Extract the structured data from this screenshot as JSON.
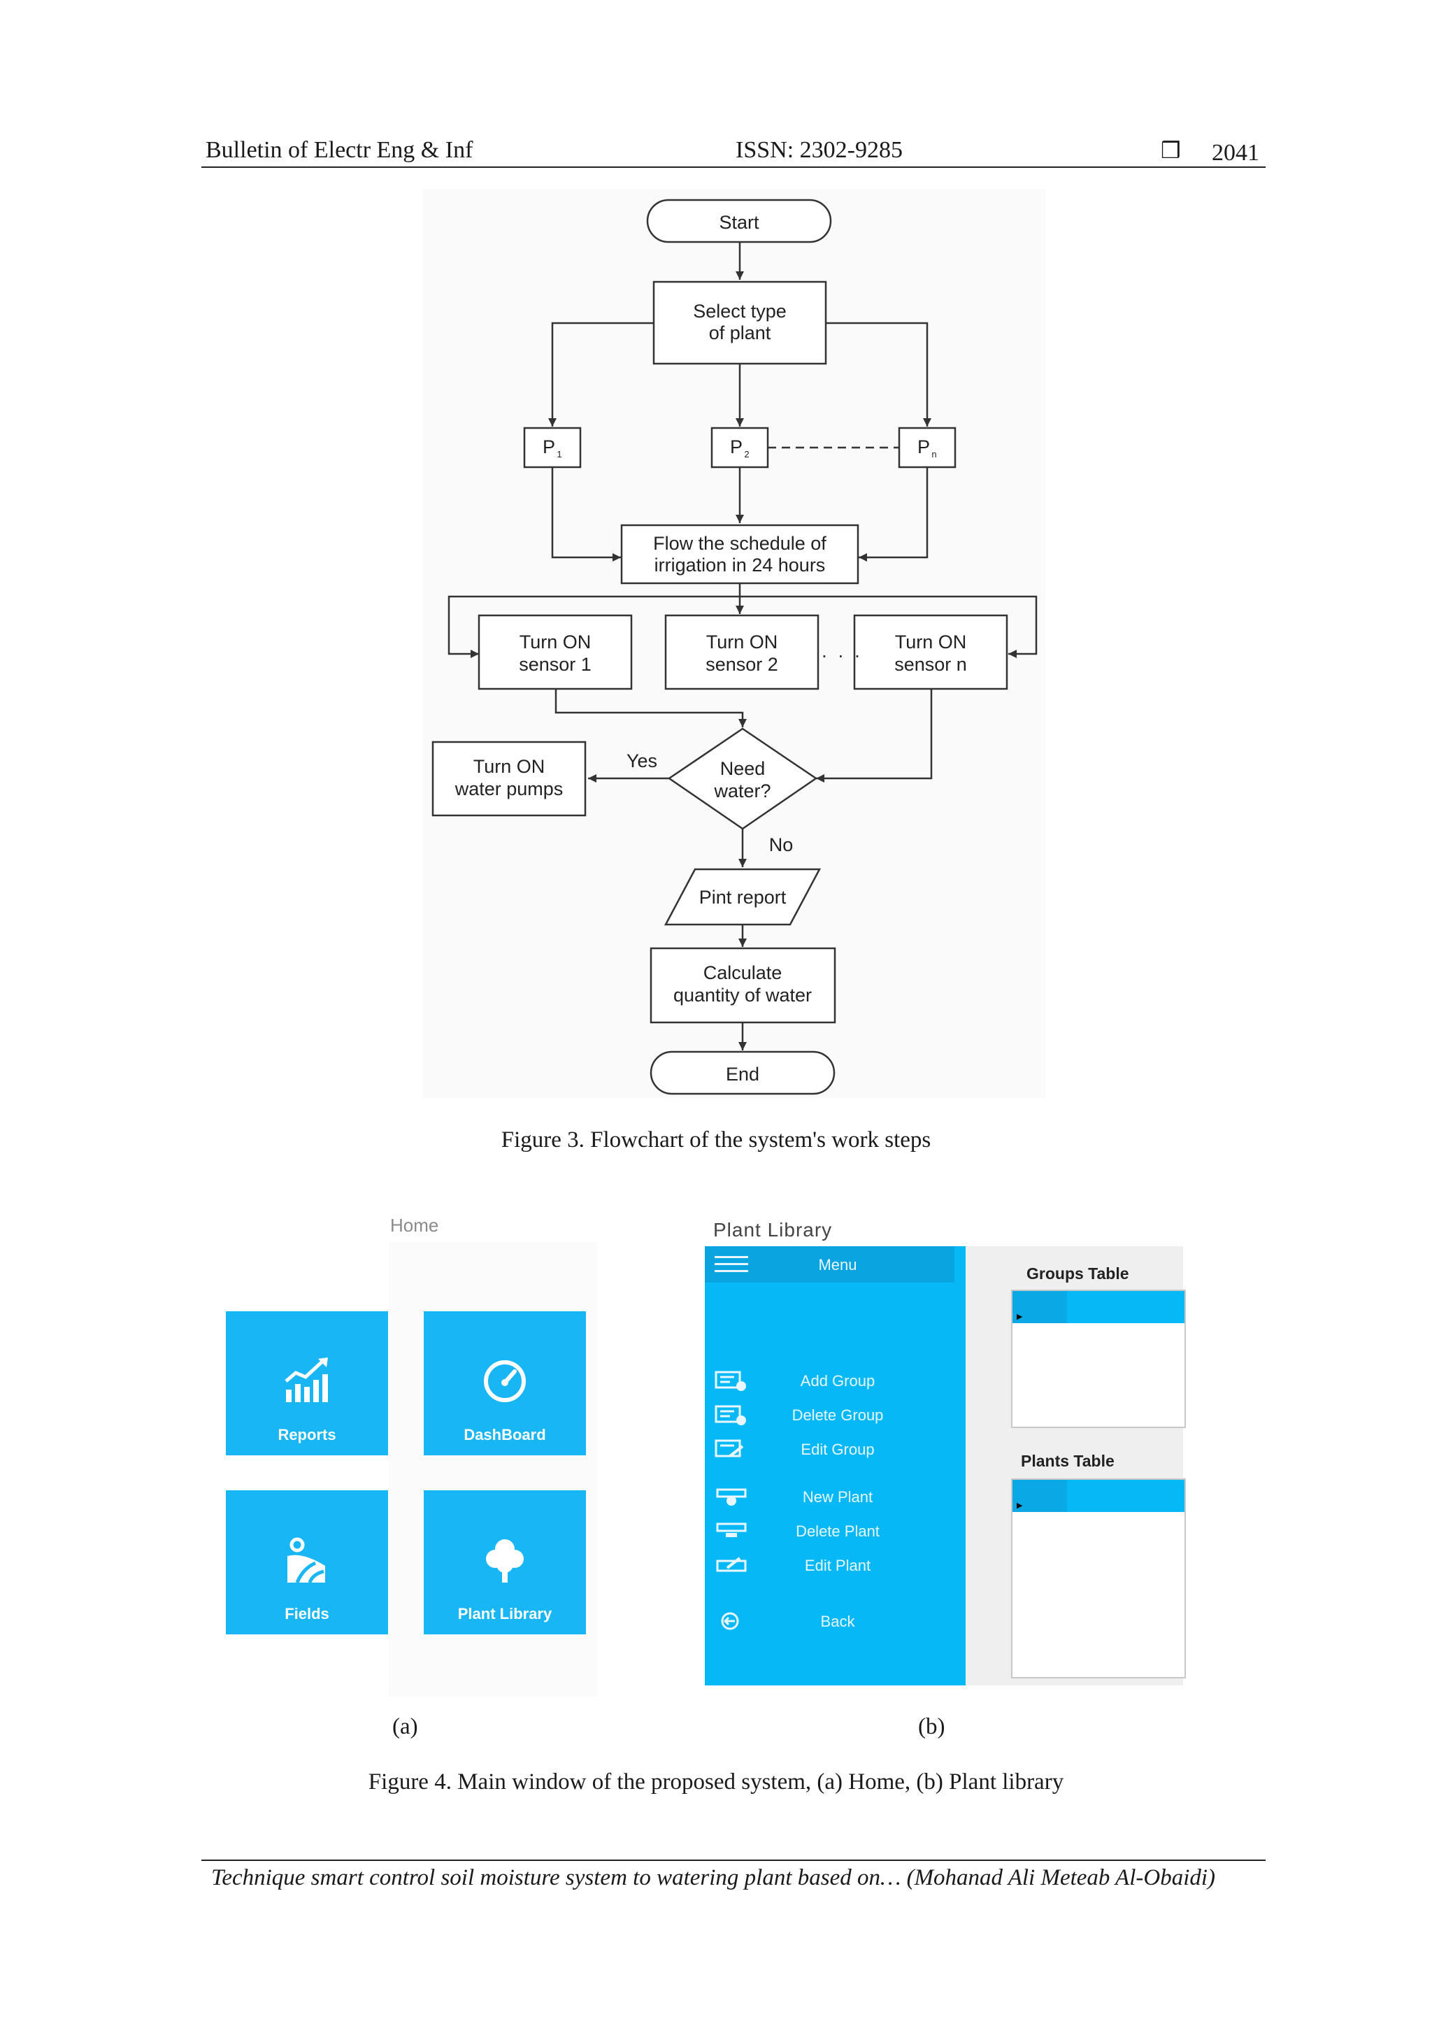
{
  "header": {
    "journal": "Bulletin of Electr Eng & Inf",
    "issn": "ISSN: 2302-9285",
    "page_symbol": "❒",
    "page_number": "2041"
  },
  "figure3": {
    "nodes": {
      "start": "Start",
      "select_1": "Select type",
      "select_2": "of plant",
      "p1_main": "P",
      "p1_sub": "1",
      "p2_main": "P",
      "p2_sub": "2",
      "pn_main": "P",
      "pn_sub": "n",
      "flow_1": "Flow the schedule of",
      "flow_2": "irrigation in 24 hours",
      "sensor1_1": "Turn ON",
      "sensor1_2": "sensor 1",
      "sensor2_1": "Turn ON",
      "sensor2_2": "sensor 2",
      "sensorn_1": "Turn ON",
      "sensorn_2": "sensor n",
      "pumps_1": "Turn ON",
      "pumps_2": "water pumps",
      "need_1": "Need",
      "need_2": "water?",
      "yes": "Yes",
      "no": "No",
      "report": "Pint report",
      "calc_1": "Calculate",
      "calc_2": "quantity of water",
      "end": "End"
    },
    "caption": "Figure 3. Flowchart of the system's work steps"
  },
  "figure4": {
    "home": {
      "title": "Home",
      "tiles": [
        "Reports",
        "DashBoard",
        "Fields",
        "Plant Library"
      ]
    },
    "library": {
      "title": "Plant Library",
      "menu_label": "Menu",
      "menu_items": [
        "Add Group",
        "Delete Group",
        "Edit Group",
        "New Plant",
        "Delete Plant",
        "Edit Plant",
        "Back"
      ],
      "groups_table": "Groups Table",
      "plants_table": "Plants Table",
      "accent_color": "#06b9f6"
    },
    "sub_a": "(a)",
    "sub_b": "(b)",
    "caption": "Figure 4. Main window of the proposed system, (a) Home, (b) Plant library"
  },
  "footer": {
    "text": "Technique smart control soil moisture system to watering plant based on… (Mohanad Ali Meteab Al-Obaidi)"
  }
}
